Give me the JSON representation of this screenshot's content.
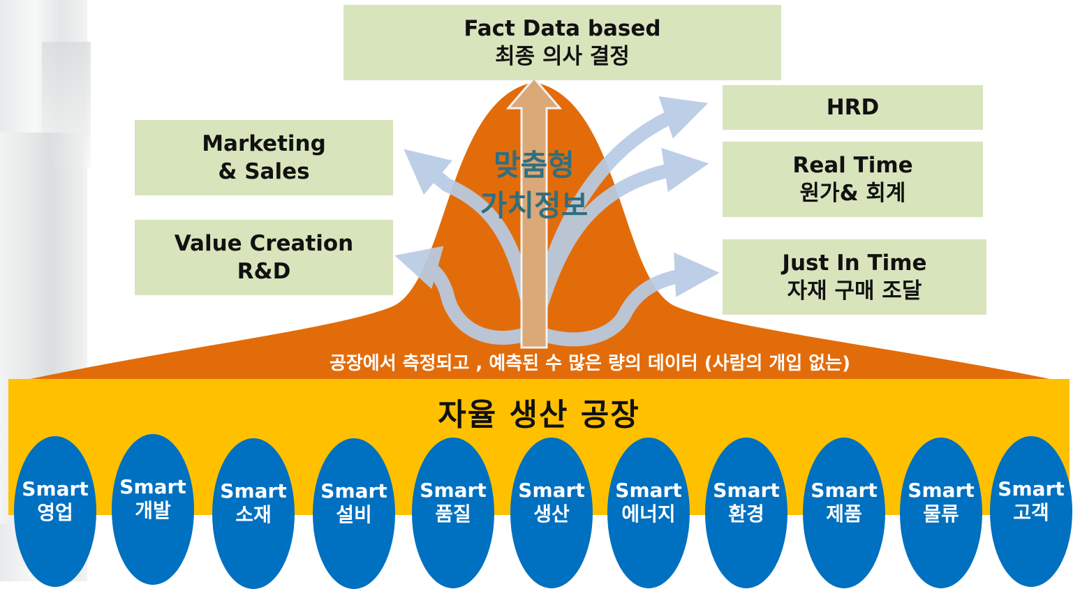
{
  "top_box": {
    "line1": "Fact Data based",
    "line2": "최종 의사 결정"
  },
  "left_boxes": [
    {
      "line1": "Marketing",
      "line2": "& Sales"
    },
    {
      "line1": "Value Creation",
      "line2": "R&D"
    }
  ],
  "right_boxes": [
    {
      "line1": "HRD"
    },
    {
      "line1": "Real Time",
      "line2": "원가& 회계"
    },
    {
      "line1": "Just In Time",
      "line2": "자재 구매 조달"
    }
  ],
  "center": {
    "line1": "맞춤형",
    "line2": "가치정보"
  },
  "data_label": "공장에서 측정되고 , 예측된 수 많은 량의 데이터 (사람의 개입 없는)",
  "factory_title": "자율 생산 공장",
  "modules": [
    {
      "line1": "Smart",
      "line2": "영업"
    },
    {
      "line1": "Smart",
      "line2": "개발"
    },
    {
      "line1": "Smart",
      "line2": "소재"
    },
    {
      "line1": "Smart",
      "line2": "설비"
    },
    {
      "line1": "Smart",
      "line2": "품질"
    },
    {
      "line1": "Smart",
      "line2": "생산"
    },
    {
      "line1": "Smart",
      "line2": "에너지"
    },
    {
      "line1": "Smart",
      "line2": "환경"
    },
    {
      "line1": "Smart",
      "line2": "제품"
    },
    {
      "line1": "Smart",
      "line2": "물류"
    },
    {
      "line1": "Smart",
      "line2": "고객"
    }
  ],
  "colors": {
    "bell": "#e36c0a",
    "box": "#d8e4bc",
    "factory": "#ffc000",
    "module": "#0070c0",
    "arrow": "#b8cce4",
    "center_text": "#2f6f80"
  }
}
